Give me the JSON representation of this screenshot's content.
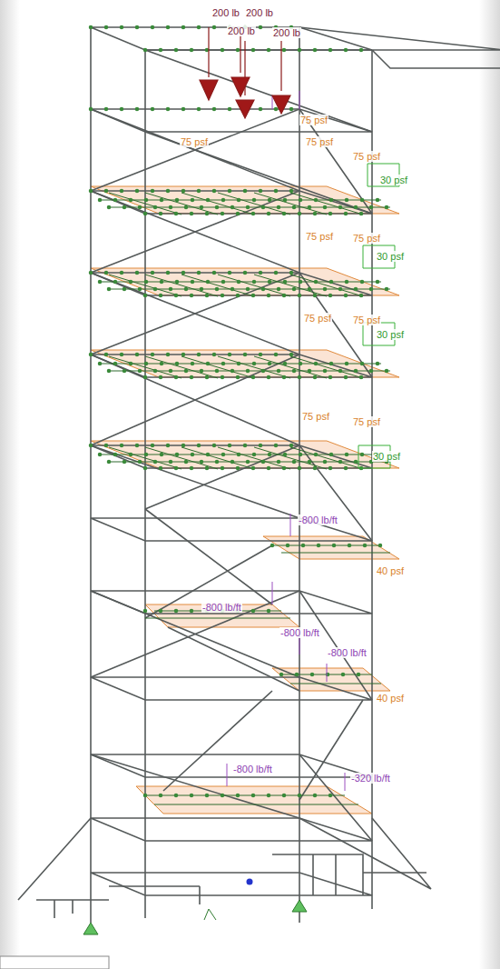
{
  "diagram": {
    "labels": [
      "200 lb",
      "200 lb",
      "200 lb",
      "200 lb",
      "75 psf",
      "75 psf",
      "75 psf",
      "75 psf",
      "30 psf",
      "75 psf",
      "75 psf",
      "30 psf",
      "75 psf",
      "75 psf",
      "30 psf",
      "75 psf",
      "75 psf",
      "30 psf",
      "-800 lb/ft",
      "40 psf",
      "-800 lb/ft",
      "-800 lb/ft",
      "-800 lb/ft",
      "40 psf",
      "-800 lb/ft",
      "-320 lb/ft"
    ]
  }
}
